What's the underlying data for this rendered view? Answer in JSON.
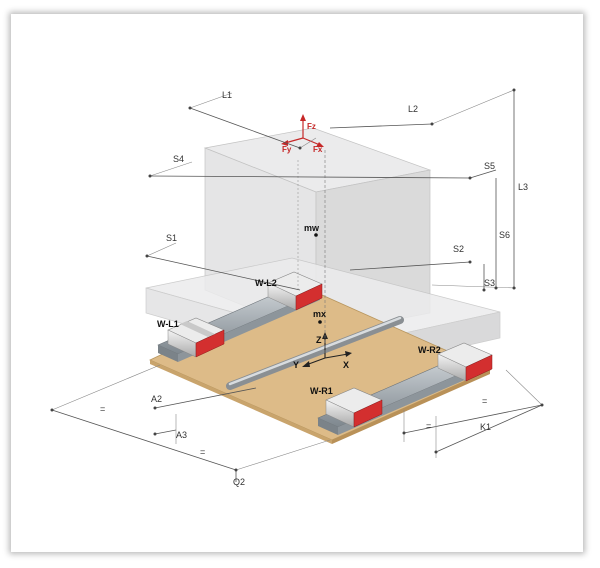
{
  "diagram": {
    "dimensions": {
      "L1": "L1",
      "L2": "L2",
      "L3": "L3",
      "S1": "S1",
      "S2": "S2",
      "S3": "S3",
      "S4": "S4",
      "S5": "S5",
      "S6": "S6",
      "A2": "A2",
      "A3": "A3",
      "Q2": "Q2",
      "K1": "K1",
      "equal": "="
    },
    "forces": {
      "fz": "Fz",
      "fy": "Fy",
      "fx": "Fx"
    },
    "masses": {
      "mw": "mw",
      "mx": "mx"
    },
    "axes": {
      "z": "Z",
      "y": "Y",
      "x": "X"
    },
    "carriages": {
      "wl1": "W-L1",
      "wl2": "W-L2",
      "wr1": "W-R1",
      "wr2": "W-R2"
    },
    "colors": {
      "carriage_red": "#d32f2f",
      "plate": "#ddbb88",
      "rail": "#9aa3aa"
    }
  }
}
